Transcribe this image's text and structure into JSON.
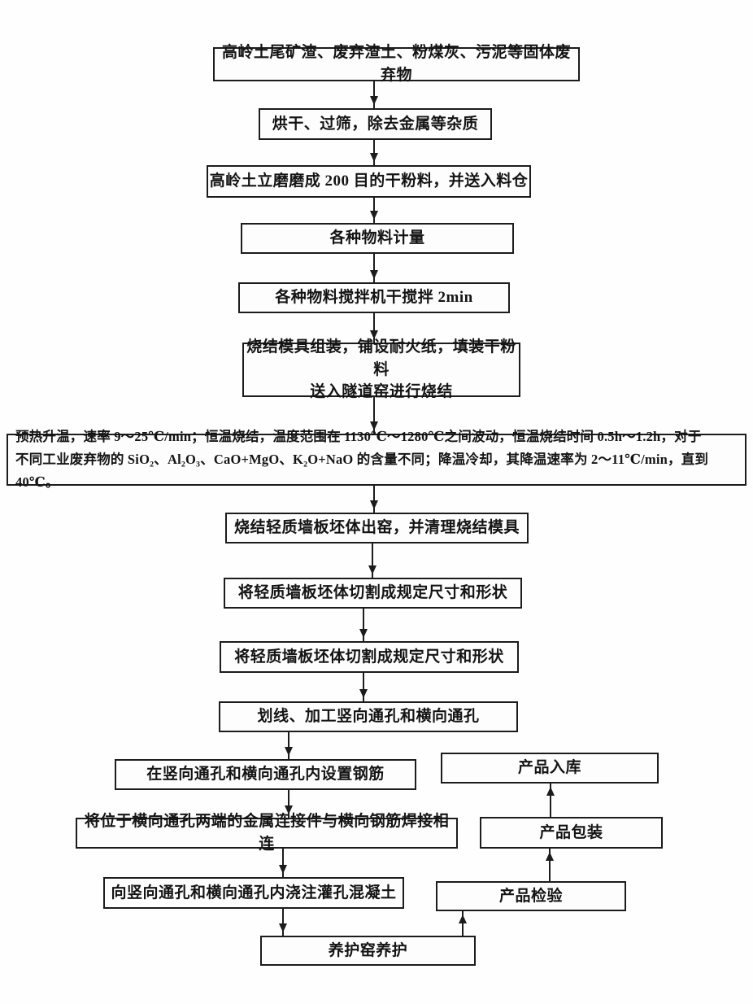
{
  "figure": {
    "type": "process-flowchart",
    "language": "zh-CN",
    "description_visible_only": true
  },
  "colors": {
    "line": "#1c1c1c",
    "box_fill": "#fdfdfd",
    "page_background": "#fefefe"
  },
  "nodes": {
    "solid_waste": {
      "text": "高岭土尾矿渣、废弃渣土、粉煤灰、污泥等固体废弃物"
    },
    "dry_sieve": {
      "text": "烘干、过筛，除去金属等杂质"
    },
    "grind": {
      "text": "高岭土立磨磨成 200 目的干粉料，并送入料仓"
    },
    "metering": {
      "text": "各种物料计量"
    },
    "dry_mix": {
      "text": "各种物料搅拌机干搅拌 2min"
    },
    "mold_assembly": {
      "text": "烧结模具组装，铺设耐火纸，填装干粉料\n送入隧道窑进行烧结"
    },
    "sintering_params": {
      "text": "预热升温，速率 9～25℃/min；恒温烧结，温度范围在 1130℃～1280℃之间波动，恒温烧结时间 0.5h～1.2h，对于\n不同工业废弃物的 SiO₂、Al₂O₃、CaO+MgO、K₂O+NaO 的含量不同；降温冷却，其降温速率为 2～11℃/min，直到 40℃。"
    },
    "kiln_exit": {
      "text": "烧结轻质墙板坯体出窑，并清理烧结模具"
    },
    "cut_1": {
      "text": "将轻质墙板坯体切割成规定尺寸和形状"
    },
    "cut_2": {
      "text": "将轻质墙板坯体切割成规定尺寸和形状"
    },
    "scribe_holes": {
      "text": "划线、加工竖向通孔和横向通孔"
    },
    "rebar": {
      "text": "在竖向通孔和横向通孔内设置钢筋"
    },
    "weld": {
      "text": "将位于横向通孔两端的金属连接件与横向钢筋焊接相连"
    },
    "grout": {
      "text": "向竖向通孔和横向通孔内浇注灌孔混凝土"
    },
    "curing": {
      "text": "养护窑养护"
    },
    "warehouse": {
      "text": "产品入库"
    },
    "packaging": {
      "text": "产品包装"
    },
    "inspection": {
      "text": "产品检验"
    }
  },
  "edges": [
    {
      "from": "solid_waste",
      "to": "dry_sieve"
    },
    {
      "from": "dry_sieve",
      "to": "grind"
    },
    {
      "from": "grind",
      "to": "metering"
    },
    {
      "from": "metering",
      "to": "dry_mix"
    },
    {
      "from": "dry_mix",
      "to": "mold_assembly"
    },
    {
      "from": "mold_assembly",
      "to": "sintering_params"
    },
    {
      "from": "sintering_params",
      "to": "kiln_exit"
    },
    {
      "from": "kiln_exit",
      "to": "cut_1"
    },
    {
      "from": "cut_1",
      "to": "cut_2"
    },
    {
      "from": "cut_2",
      "to": "scribe_holes"
    },
    {
      "from": "scribe_holes",
      "to": "rebar"
    },
    {
      "from": "rebar",
      "to": "weld"
    },
    {
      "from": "weld",
      "to": "grout"
    },
    {
      "from": "grout",
      "to": "curing"
    },
    {
      "from": "curing",
      "to": "inspection"
    },
    {
      "from": "inspection",
      "to": "packaging"
    },
    {
      "from": "packaging",
      "to": "warehouse"
    }
  ]
}
